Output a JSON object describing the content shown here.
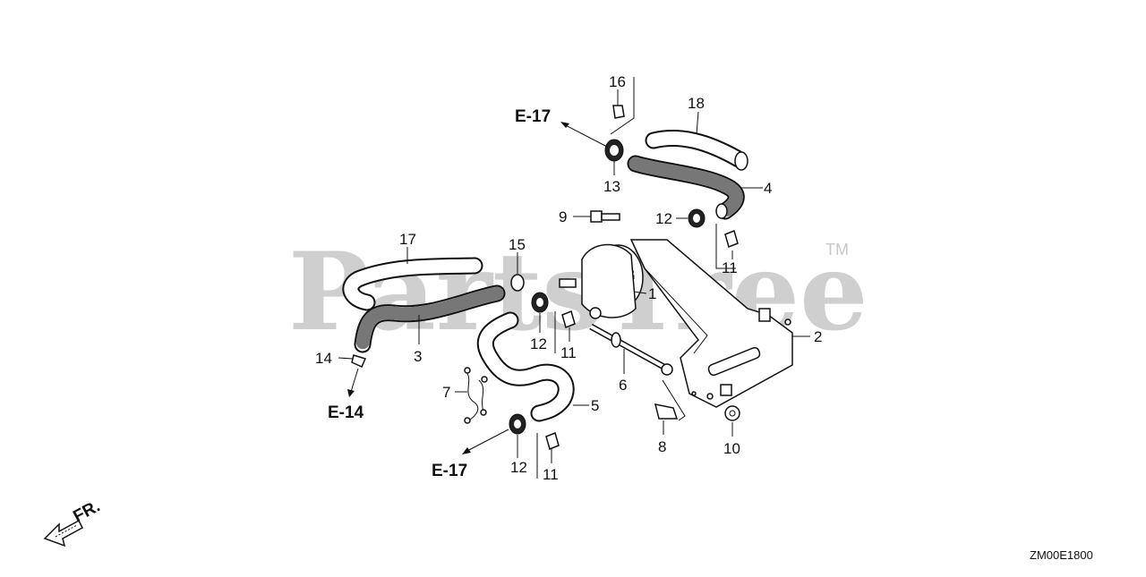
{
  "watermark": "PartsTree",
  "trademark": "TM",
  "diagram_code": "ZM00E1800",
  "front_label": "FR.",
  "references": {
    "e17_top": "E-17",
    "e17_bottom": "E-17",
    "e14": "E-14"
  },
  "callouts": {
    "c1": "1",
    "c2": "2",
    "c3": "3",
    "c4": "4",
    "c5": "5",
    "c6": "6",
    "c7": "7",
    "c8": "8",
    "c9": "9",
    "c10": "10",
    "c11_a": "11",
    "c11_b": "11",
    "c11_c": "11",
    "c12_a": "12",
    "c12_b": "12",
    "c12_c": "12",
    "c13": "13",
    "c14": "14",
    "c15": "15",
    "c16": "16",
    "c17": "17",
    "c18": "18"
  },
  "colors": {
    "line": "#111111",
    "watermark": "#cfcfcf",
    "background": "#ffffff"
  }
}
